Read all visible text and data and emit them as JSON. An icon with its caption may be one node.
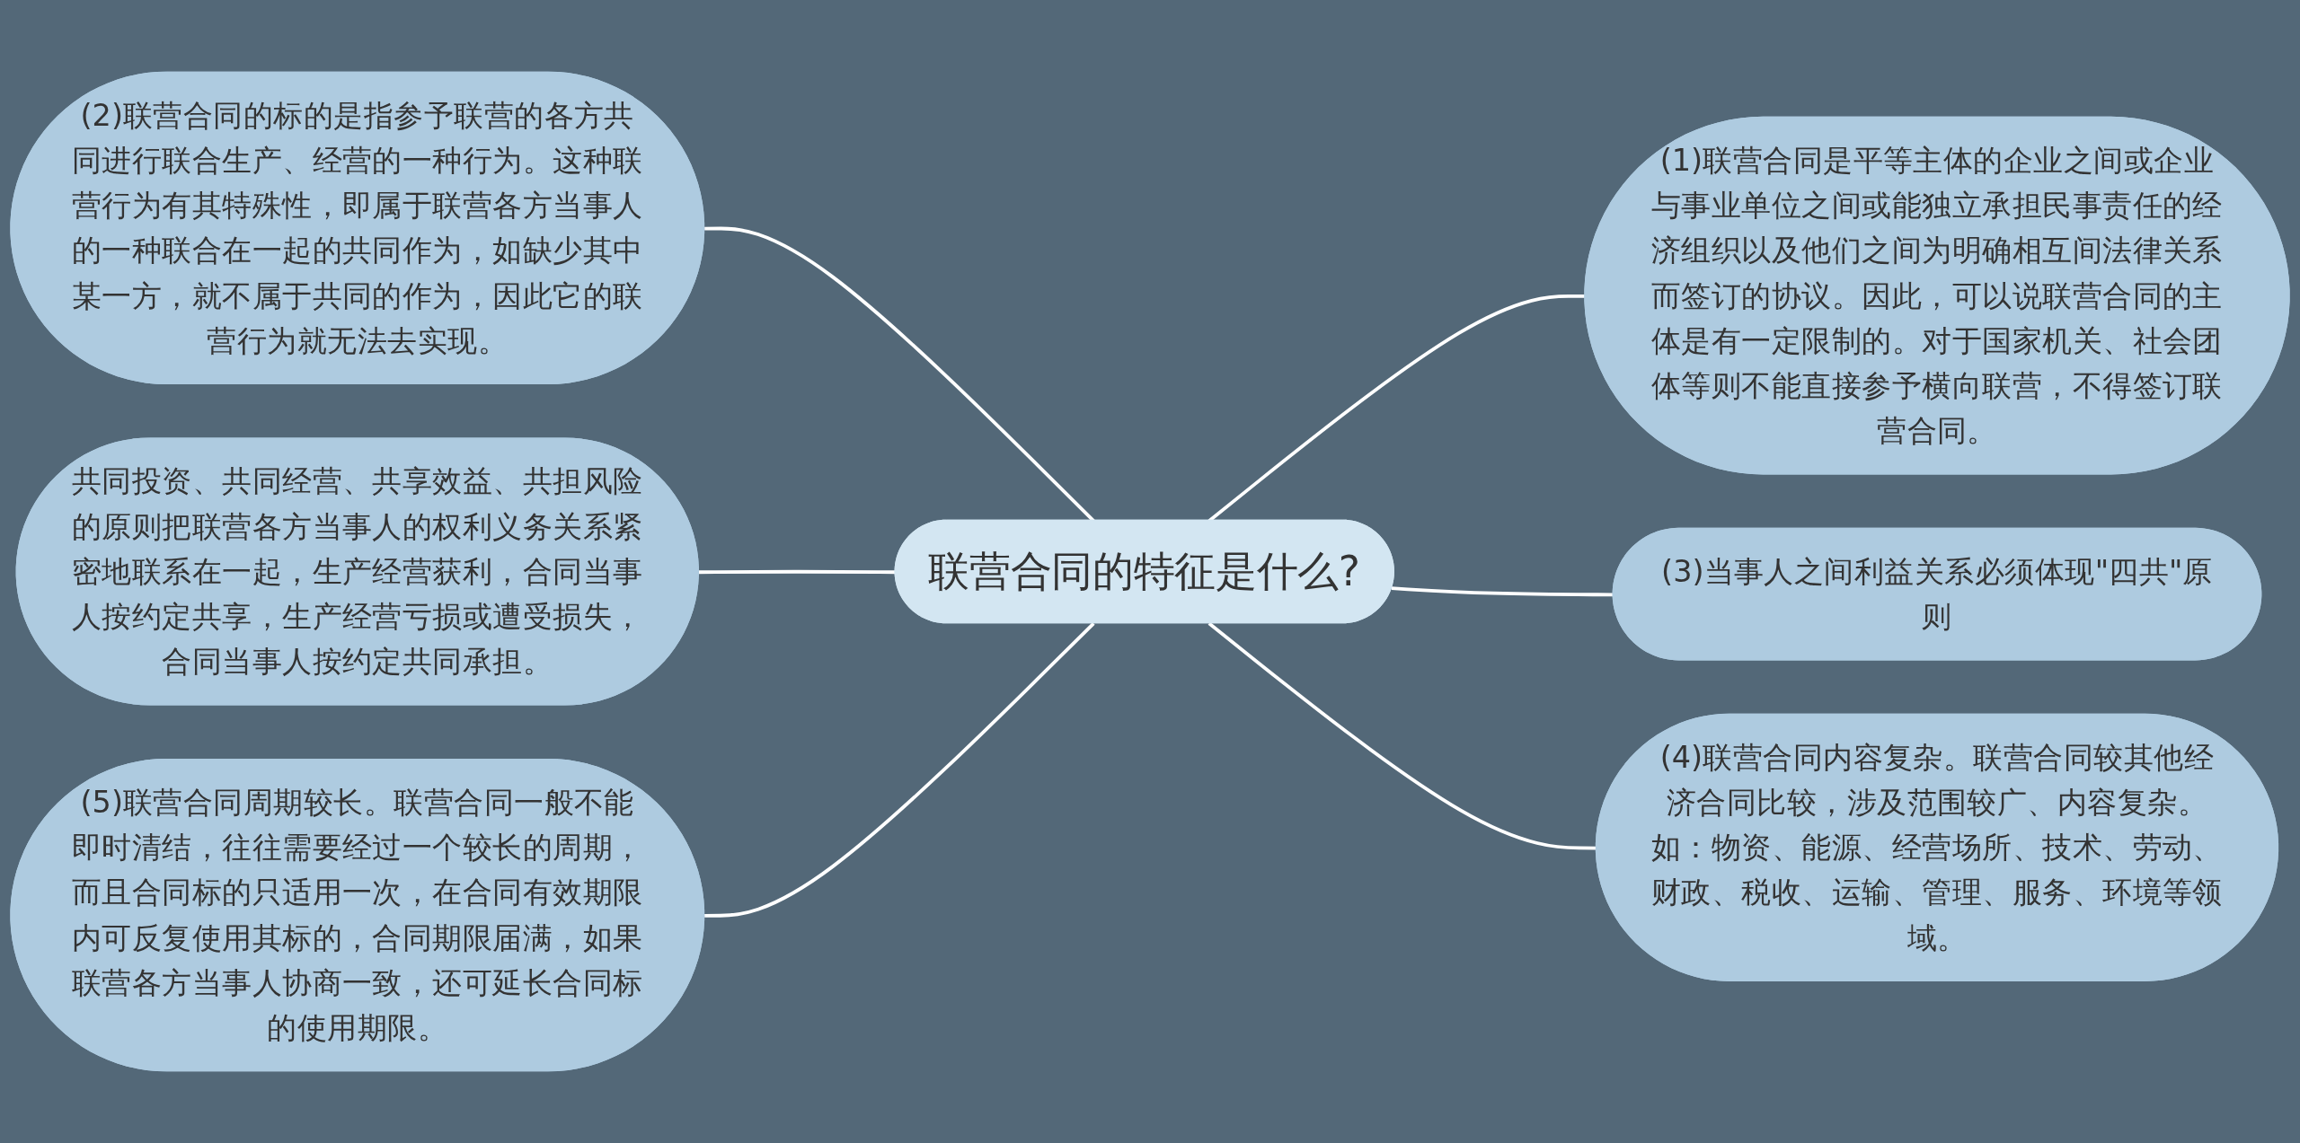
{
  "diagram": {
    "nodes": [
      {
        "text": [
          "联营合同的特征是什么?"
        ]
      },
      {
        "text": [
          "(2)联营合同的标的是指参予联营的各方共同进行联合生产、经营的一种行为。这种联营行为有其特殊性，即属于联营各方当事人的一种联合在一起的共同作为，如缺少其中某一方，就不属于共同的作为，因此它的联营行为就无法去实现。"
        ]
      },
      {
        "text": [
          "共同投资、共同经营、共享效益、共担风险的原则把联营各方当事人的权利义务关系紧密地联系在一起，生产经营获利，合同当事人按约定共享，生产经营亏损或遭受损失，合同当事人按约定共同承担。"
        ]
      },
      {
        "text": [
          "(5)联营合同周期较长。联营合同一般不能即时清结，往往需要经过一个较长的周期，而且合同标的只适用一次，在合同有效期限内可反复使用其标的，合同期限届满，如果联营各方当事人协商一致，还可延长合同标的使用期限。"
        ]
      },
      {
        "text": [
          "(1)联营合同是平等主体的企业之间或企业与事业单位之间或能独立承担民事责任的经济组织以及他们之间为明确相互间法律关系而签订的协议。因此，可以说联营合同的主体是有一定限制的。对于国家机关、社会团体等则不能直接参予横向联营，不得签订联营合同。"
        ]
      },
      {
        "text": [
          "(3)当事人之间利益关系必须体现\"四共\"原则"
        ]
      },
      {
        "text": [
          "(4)联营合同内容复杂。联营合同较其他经济合同比较，涉及范围较广、内容复杂。如：物资、能源、经营场所、技术、劳动、财政、税收、运输、管理、服务、环境等领域。"
        ]
      }
    ],
    "edges": [
      {
        "from": 1,
        "to": 0,
        "arrow": "none"
      },
      {
        "from": 2,
        "to": 0,
        "arrow": "none"
      },
      {
        "from": 3,
        "to": 0,
        "arrow": "none"
      },
      {
        "from": 0,
        "to": 4,
        "arrow": "none"
      },
      {
        "from": 0,
        "to": 5,
        "arrow": "none"
      },
      {
        "from": 0,
        "to": 6,
        "arrow": "none"
      }
    ]
  }
}
